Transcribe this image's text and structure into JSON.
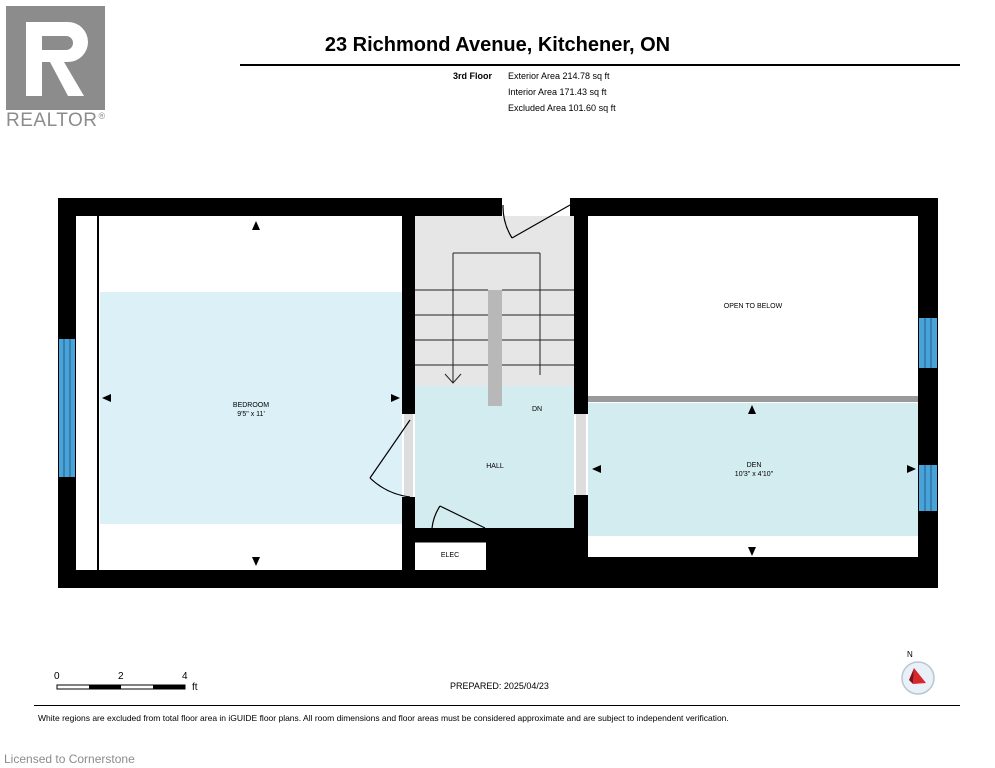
{
  "header": {
    "logo_text": "REALTOR",
    "logo_reg": "®",
    "address": "23 Richmond Avenue, Kitchener, ON"
  },
  "summary": {
    "floor": "3rd Floor",
    "exterior": "Exterior Area 214.78 sq ft",
    "interior": "Interior Area 171.43 sq ft",
    "excluded": "Excluded Area 101.60 sq ft"
  },
  "rooms": {
    "bedroom": {
      "name": "BEDROOM",
      "dims": "9'5\" x 11'"
    },
    "hall": {
      "name": "HALL"
    },
    "stairs_dn": "DN",
    "elec": "ELEC",
    "open_below": "OPEN TO BELOW",
    "den": {
      "name": "DEN",
      "dims": "10'3\" x 4'10\""
    }
  },
  "scale": {
    "labels": [
      "0",
      "2",
      "4"
    ],
    "unit": "ft"
  },
  "compass": {
    "label": "N"
  },
  "prepared": "PREPARED: 2025/04/23",
  "disclaimer": "White regions are excluded from total floor area in iGUIDE floor plans. All room dimensions and floor areas must be considered approximate and are subject to independent verification.",
  "license": "Licensed to Cornerstone",
  "colors": {
    "room_fill": "#dcf0f8",
    "hall_fill": "#d3ecef",
    "wall": "#000000",
    "window": "#4aa3d8",
    "stair_fill": "#e6e6e6",
    "logo": "#8c8c8c"
  }
}
